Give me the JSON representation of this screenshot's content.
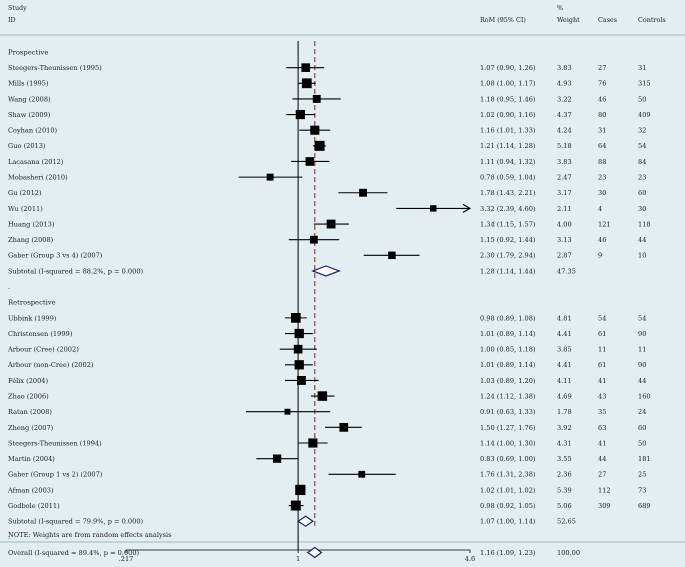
{
  "chart_data": {
    "type": "forest",
    "title": "",
    "columns": {
      "study_label_line1": "Study",
      "study_label_line2": "ID",
      "effect_label": "RoM (95% CI)",
      "weight_label_line1": "%",
      "weight_label_line2": "Weight",
      "cases_label": "Cases",
      "controls_label": "Controls"
    },
    "x_ticks": [
      ".217",
      "1",
      "4.6"
    ],
    "x_tick_values": [
      0.217,
      1,
      4.6
    ],
    "xlim": [
      0.217,
      4.6
    ],
    "scale": "log",
    "null_line": 1,
    "overall_line": 1.16,
    "rows": [
      {
        "type": "group",
        "label": "Prospective"
      },
      {
        "type": "study",
        "label": "Steegers-Theunissen (1995)",
        "est": 1.07,
        "lo": 0.9,
        "hi": 1.26,
        "ci_text": "1.07 (0.90, 1.26)",
        "weight": "3.83",
        "cases": "27",
        "controls": "31"
      },
      {
        "type": "study",
        "label": "Mills (1995)",
        "est": 1.08,
        "lo": 1.0,
        "hi": 1.17,
        "ci_text": "1.08 (1.00, 1.17)",
        "weight": "4.93",
        "cases": "76",
        "controls": "315"
      },
      {
        "type": "study",
        "label": "Wang (2008)",
        "est": 1.18,
        "lo": 0.95,
        "hi": 1.46,
        "ci_text": "1.18 (0.95, 1.46)",
        "weight": "3.22",
        "cases": "46",
        "controls": "50"
      },
      {
        "type": "study",
        "label": "Shaw (2009)",
        "est": 1.02,
        "lo": 0.9,
        "hi": 1.16,
        "ci_text": "1.02 (0.90, 1.16)",
        "weight": "4.37",
        "cases": "80",
        "controls": "409"
      },
      {
        "type": "study",
        "label": "Ceyhan (2010)",
        "est": 1.16,
        "lo": 1.01,
        "hi": 1.33,
        "ci_text": "1.16 (1.01, 1.33)",
        "weight": "4.24",
        "cases": "31",
        "controls": "32"
      },
      {
        "type": "study",
        "label": "Guo (2013)",
        "est": 1.21,
        "lo": 1.14,
        "hi": 1.28,
        "ci_text": "1.21 (1.14, 1.28)",
        "weight": "5.18",
        "cases": "64",
        "controls": "54"
      },
      {
        "type": "study",
        "label": "Lacasana (2012)",
        "est": 1.11,
        "lo": 0.94,
        "hi": 1.32,
        "ci_text": "1.11 (0.94, 1.32)",
        "weight": "3.83",
        "cases": "88",
        "controls": "84"
      },
      {
        "type": "study",
        "label": "Mobasheri (2010)",
        "est": 0.78,
        "lo": 0.59,
        "hi": 1.04,
        "ci_text": "0.78 (0.59, 1.04)",
        "weight": "2.47",
        "cases": "23",
        "controls": "23"
      },
      {
        "type": "study",
        "label": "Gu (2012)",
        "est": 1.78,
        "lo": 1.43,
        "hi": 2.21,
        "ci_text": "1.78 (1.43, 2.21)",
        "weight": "3.17",
        "cases": "30",
        "controls": "60"
      },
      {
        "type": "study",
        "label": "Wu (2011)",
        "est": 3.32,
        "lo": 2.39,
        "hi": 4.6,
        "ci_text": "3.32 (2.39, 4.60)",
        "weight": "2.11",
        "cases": "4",
        "controls": "30",
        "arrow": true
      },
      {
        "type": "study",
        "label": "Huang (2013)",
        "est": 1.34,
        "lo": 1.15,
        "hi": 1.57,
        "ci_text": "1.34 (1.15, 1.57)",
        "weight": "4.00",
        "cases": "121",
        "controls": "118"
      },
      {
        "type": "study",
        "label": "Zhang (2008)",
        "est": 1.15,
        "lo": 0.92,
        "hi": 1.44,
        "ci_text": "1.15 (0.92, 1.44)",
        "weight": "3.13",
        "cases": "46",
        "controls": "44"
      },
      {
        "type": "study",
        "label": "Gaber (Group 3 vs 4) (2007)",
        "est": 2.3,
        "lo": 1.79,
        "hi": 2.94,
        "ci_text": "2.30 (1.79, 2.94)",
        "weight": "2.87",
        "cases": "9",
        "controls": "10"
      },
      {
        "type": "subtotal",
        "label": "Subtotal  (I-squared = 88.2%, p = 0.000)",
        "est": 1.28,
        "lo": 1.14,
        "hi": 1.44,
        "ci_text": "1.28 (1.14, 1.44)",
        "weight": "47.35"
      },
      {
        "type": "dot",
        "label": "."
      },
      {
        "type": "group",
        "label": "Retrospective"
      },
      {
        "type": "study",
        "label": "Ubbink (1999)",
        "est": 0.98,
        "lo": 0.89,
        "hi": 1.08,
        "ci_text": "0.98 (0.89, 1.08)",
        "weight": "4.81",
        "cases": "54",
        "controls": "54"
      },
      {
        "type": "study",
        "label": "Christensen (1999)",
        "est": 1.01,
        "lo": 0.89,
        "hi": 1.14,
        "ci_text": "1.01 (0.89, 1.14)",
        "weight": "4.41",
        "cases": "61",
        "controls": "90"
      },
      {
        "type": "study",
        "label": "Arbour (Cree) (2002)",
        "est": 1.0,
        "lo": 0.85,
        "hi": 1.18,
        "ci_text": "1.00 (0.85, 1.18)",
        "weight": "3.85",
        "cases": "11",
        "controls": "11"
      },
      {
        "type": "study",
        "label": "Arbour (non-Cree) (2002)",
        "est": 1.01,
        "lo": 0.89,
        "hi": 1.14,
        "ci_text": "1.01 (0.89, 1.14)",
        "weight": "4.41",
        "cases": "61",
        "controls": "90"
      },
      {
        "type": "study",
        "label": "Félix (2004)",
        "est": 1.03,
        "lo": 0.89,
        "hi": 1.2,
        "ci_text": "1.03 (0.89, 1.20)",
        "weight": "4.11",
        "cases": "41",
        "controls": "44"
      },
      {
        "type": "study",
        "label": "Zhao (2006)",
        "est": 1.24,
        "lo": 1.12,
        "hi": 1.38,
        "ci_text": "1.24 (1.12, 1.38)",
        "weight": "4.69",
        "cases": "43",
        "controls": "160"
      },
      {
        "type": "study",
        "label": "Ratan (2008)",
        "est": 0.91,
        "lo": 0.63,
        "hi": 1.33,
        "ci_text": "0.91 (0.63, 1.33)",
        "weight": "1.78",
        "cases": "35",
        "controls": "24"
      },
      {
        "type": "study",
        "label": "Zheng (2007)",
        "est": 1.5,
        "lo": 1.27,
        "hi": 1.76,
        "ci_text": "1.50 (1.27, 1.76)",
        "weight": "3.92",
        "cases": "63",
        "controls": "60"
      },
      {
        "type": "study",
        "label": "Steegers-Theunissen (1994)",
        "est": 1.14,
        "lo": 1.0,
        "hi": 1.3,
        "ci_text": "1.14 (1.00, 1.30)",
        "weight": "4.31",
        "cases": "41",
        "controls": "50"
      },
      {
        "type": "study",
        "label": "Martin (2004)",
        "est": 0.83,
        "lo": 0.69,
        "hi": 1.0,
        "ci_text": "0.83 (0.69, 1.00)",
        "weight": "3.55",
        "cases": "44",
        "controls": "181"
      },
      {
        "type": "study",
        "label": "Gaber (Group 1 vs 2) (2007)",
        "est": 1.76,
        "lo": 1.31,
        "hi": 2.38,
        "ci_text": "1.76 (1.31, 2.38)",
        "weight": "2.36",
        "cases": "27",
        "controls": "25"
      },
      {
        "type": "study",
        "label": "Afman (2003)",
        "est": 1.02,
        "lo": 1.01,
        "hi": 1.02,
        "ci_text": "1.02 (1.01, 1.02)",
        "weight": "5.39",
        "cases": "112",
        "controls": "73"
      },
      {
        "type": "study",
        "label": "Godbole (2011)",
        "est": 0.98,
        "lo": 0.92,
        "hi": 1.05,
        "ci_text": "0.98 (0.92, 1.05)",
        "weight": "5.06",
        "cases": "309",
        "controls": "689"
      },
      {
        "type": "subtotal",
        "label": "Subtotal  (I-squared = 79.9%, p = 0.000)",
        "est": 1.07,
        "lo": 1.0,
        "hi": 1.14,
        "ci_text": "1.07 (1.00, 1.14)",
        "weight": "52.65"
      },
      {
        "type": "dot",
        "label": "."
      },
      {
        "type": "overall",
        "label": "Overall  (I-squared = 89.4%, p = 0.000)",
        "est": 1.16,
        "lo": 1.09,
        "hi": 1.23,
        "ci_text": "1.16 (1.09, 1.23)",
        "weight": "100.00"
      }
    ],
    "note": "NOTE: Weights are from random effects analysis",
    "colors": {
      "background": "#e3eef2",
      "marker": "#000000",
      "diamond_stroke": "#1f1f6e",
      "overall_line": "#8b1a1a",
      "rule": "#8aa2a8"
    }
  }
}
